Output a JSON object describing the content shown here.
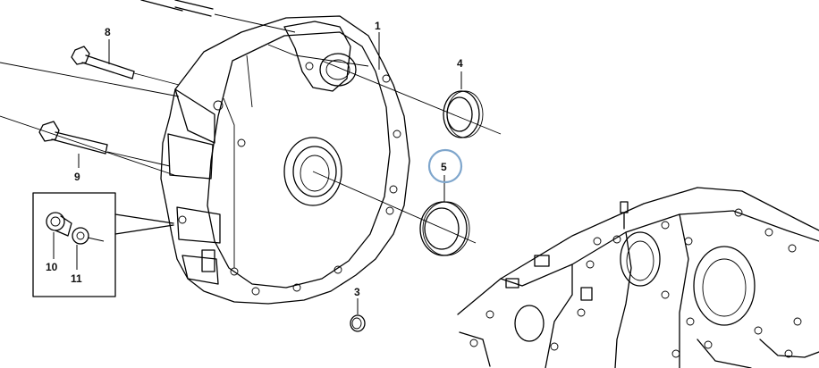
{
  "diagram": {
    "highlight_color": "#7fa6cc",
    "callouts": {
      "c1": "1",
      "c3": "3",
      "c4": "4",
      "c5": "5",
      "c8": "8",
      "c9": "9",
      "c10": "10",
      "c11": "11"
    },
    "highlighted_callout": "5"
  }
}
